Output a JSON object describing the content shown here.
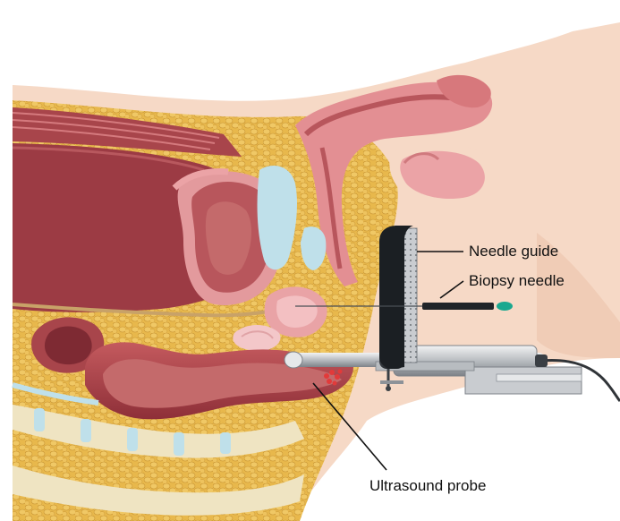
{
  "labels": {
    "needle_guide": "Needle guide",
    "biopsy_needle": "Biopsy needle",
    "ultrasound_probe": "Ultrasound probe"
  },
  "colors": {
    "skin": "#f6d9c6",
    "skin_shadow": "#e8bea5",
    "fat": "#e8b84c",
    "fat_dark": "#c89433",
    "muscle": "#b54d52",
    "muscle_dark": "#8e2f38",
    "lumen": "#c46a6b",
    "cavity": "#9c3b44",
    "bone": "#efe4c2",
    "cartilage": "#bfe0ea",
    "pink": "#eba3a6",
    "metal": "#c9ccd0",
    "metal_dark": "#7d8288",
    "guide_black": "#202428",
    "needle_tip": "#1aa88f",
    "lesion": "#e23a3a"
  }
}
